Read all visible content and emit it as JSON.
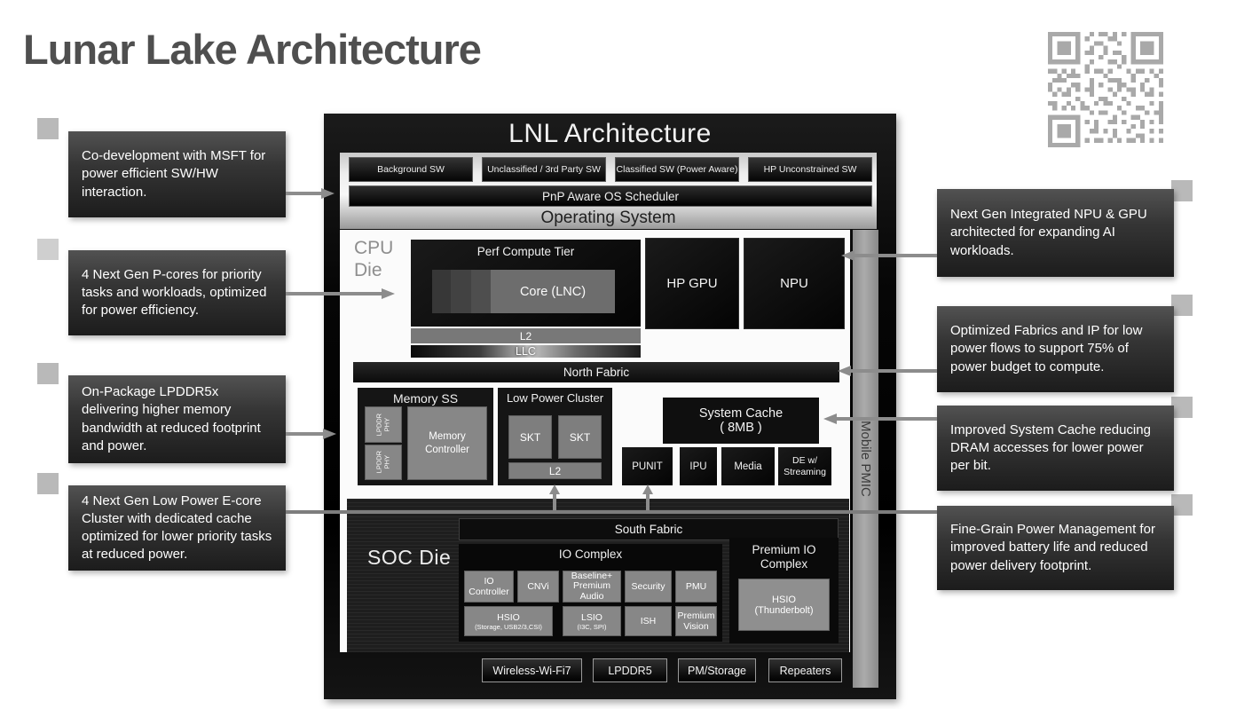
{
  "page": {
    "title": "Lunar Lake Architecture"
  },
  "colors": {
    "box_black": "#101010",
    "box_gray": "#878787",
    "arrow_gray": "#8c8c8c",
    "callout_dark": "#2a2a2a",
    "qr_gray": "#a9a9a9"
  },
  "callouts_left": [
    {
      "text": "Co-development with MSFT for power efficient SW/HW interaction."
    },
    {
      "text": "4 Next Gen P-cores for priority tasks and workloads, optimized for power efficiency."
    },
    {
      "text": "On-Package LPDDR5x delivering higher memory bandwidth at reduced footprint and power."
    },
    {
      "text": "4 Next Gen Low Power E-core Cluster with dedicated cache optimized for lower priority tasks at reduced power."
    }
  ],
  "callouts_right": [
    {
      "text": "Next Gen Integrated NPU & GPU architected for expanding AI workloads."
    },
    {
      "text": "Optimized Fabrics and IP for low power flows to support 75% of power budget to compute."
    },
    {
      "text": "Improved System Cache reducing DRAM accesses for lower power per bit."
    },
    {
      "text": "Fine-Grain Power Management for improved battery life and reduced power delivery footprint."
    }
  ],
  "diagram": {
    "title": "LNL Architecture",
    "os": {
      "sw_boxes": [
        "Background SW",
        "Unclassified / 3rd Party SW",
        "Classified SW (Power Aware)",
        "HP Unconstrained SW"
      ],
      "scheduler": "PnP Aware OS Scheduler",
      "label": "Operating System"
    },
    "cpu_die": {
      "label_line1": "CPU",
      "label_line2": "Die",
      "perf_tier": {
        "title": "Perf Compute Tier",
        "core": "Core (LNC)"
      },
      "l2": "L2",
      "llc": "LLC",
      "hp_gpu": "HP GPU",
      "npu": "NPU",
      "north_fabric": "North Fabric",
      "memory_ss": {
        "title": "Memory SS",
        "phy1": "LPDDR PHY",
        "phy2": "LPDDR PHY",
        "controller": "Memory Controller"
      },
      "low_power_cluster": {
        "title": "Low Power Cluster",
        "skt1": "SKT",
        "skt2": "SKT",
        "l2": "L2"
      },
      "system_cache_line1": "System Cache",
      "system_cache_line2": "( 8MB )",
      "ip_row": [
        "PUNIT",
        "IPU",
        "Media",
        "DE w/ Streaming"
      ]
    },
    "mobile_pmic": "Mobile PMIC",
    "soc_die": {
      "label": "SOC Die",
      "south_fabric": "South Fabric",
      "io_complex": {
        "title": "IO Complex",
        "row1": [
          "IO Controller",
          "CNVi",
          "Baseline+ Premium Audio",
          "Security",
          "PMU"
        ],
        "row2": [
          {
            "label": "HSIO",
            "sub": "(Storage, USB2/3,CSI)"
          },
          {
            "label": "LSIO",
            "sub": "(I3C, SPI)"
          },
          {
            "label": "ISH",
            "sub": ""
          },
          {
            "label": "Premium Vision",
            "sub": ""
          }
        ]
      },
      "premium_io": {
        "title": "Premium IO Complex",
        "hsio_label": "HSIO",
        "hsio_sub": "(Thunderbolt)"
      }
    },
    "bottom_row": [
      "Wireless-Wi-Fi7",
      "LPDDR5",
      "PM/Storage",
      "Repeaters"
    ]
  }
}
